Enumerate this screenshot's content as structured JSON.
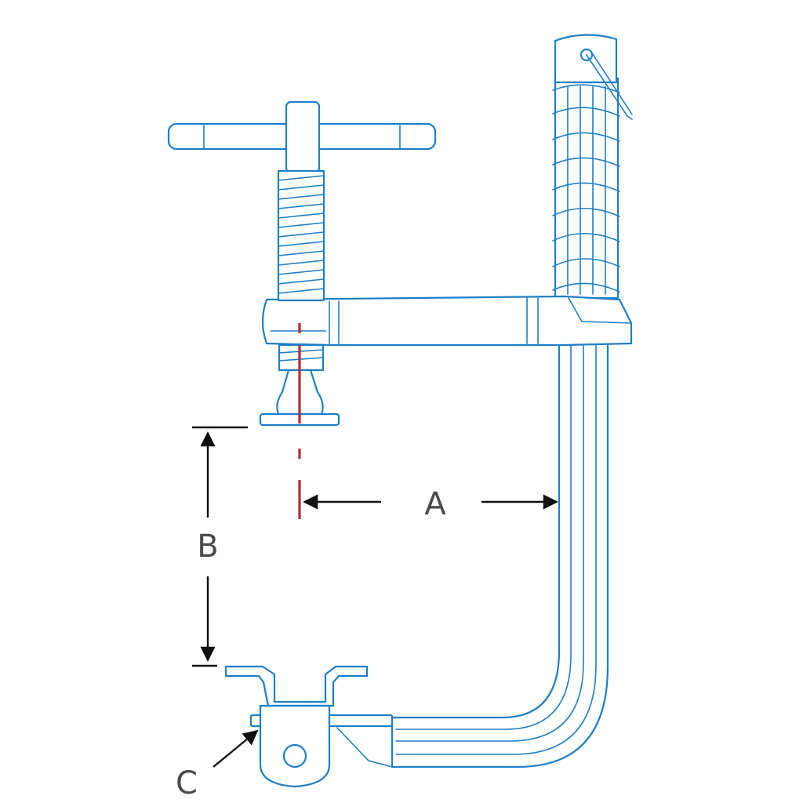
{
  "labels": {
    "a": "A",
    "b": "B",
    "c": "C"
  },
  "colors": {
    "clamp_outline": "#1e7fc8",
    "center_axis": "#b52a34",
    "dimension_lines": "#111111",
    "label_text": "#4a4a4a"
  },
  "icons": {
    "arrowhead": "arrow-icon"
  }
}
